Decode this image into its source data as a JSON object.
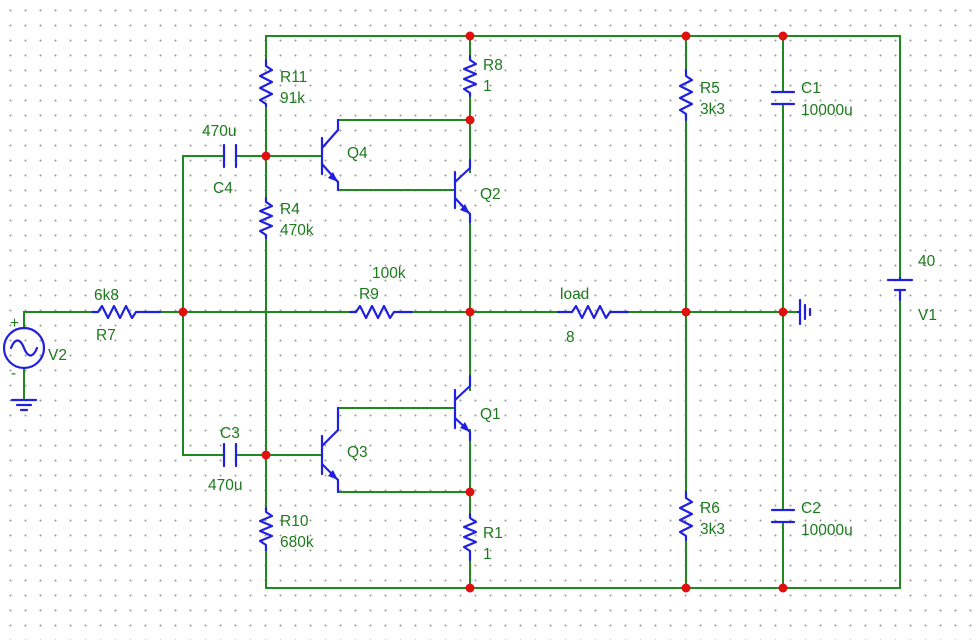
{
  "components": {
    "R11": {
      "name": "R11",
      "value": "91k"
    },
    "R8": {
      "name": "R8",
      "value": "1"
    },
    "R5": {
      "name": "R5",
      "value": "3k3"
    },
    "C1": {
      "name": "C1",
      "value": "10000u"
    },
    "C4": {
      "name": "C4",
      "value": "470u"
    },
    "Q4": {
      "name": "Q4"
    },
    "Q2": {
      "name": "Q2"
    },
    "R4": {
      "name": "R4",
      "value": "470k"
    },
    "R7": {
      "name": "R7",
      "value": "6k8"
    },
    "R9": {
      "name": "R9",
      "value": "100k"
    },
    "load": {
      "name": "load",
      "value": "8"
    },
    "V1": {
      "name": "V1",
      "value": "40"
    },
    "V2": {
      "name": "V2",
      "plus": "+",
      "minus": "-"
    },
    "C3": {
      "name": "C3",
      "value": "470u"
    },
    "Q3": {
      "name": "Q3"
    },
    "Q1": {
      "name": "Q1"
    },
    "R10": {
      "name": "R10",
      "value": "680k"
    },
    "R1": {
      "name": "R1",
      "value": "1"
    },
    "R6": {
      "name": "R6",
      "value": "3k3"
    },
    "C2": {
      "name": "C2",
      "value": "10000u"
    }
  },
  "colors": {
    "wire": "#1e8a1e",
    "component": "#2020e0",
    "node": "#e01010",
    "label": "#1c7a1c"
  }
}
